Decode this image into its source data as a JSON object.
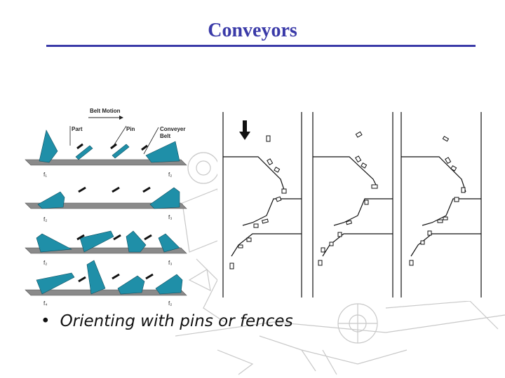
{
  "slide": {
    "title": "Conveyors",
    "bullet": "Orienting with pins or fences"
  },
  "figure_left": {
    "labels": {
      "belt_motion": "Belt Motion",
      "part": "Part",
      "pin": "Pin",
      "conveyer": "Conveyer",
      "belt": "Belt",
      "f1": "f₁",
      "f2a": "f₂",
      "f2b": "f₂",
      "f3a": "f₃",
      "f2c": "f₂",
      "f3b": "f₃",
      "f4": "f₄",
      "f2d": "f₂"
    }
  },
  "colors": {
    "title": "#3a3aa8",
    "part_fill": "#1f8fa8",
    "belt_fill": "#7a7a7a",
    "sketch": "#c8c8c8"
  }
}
